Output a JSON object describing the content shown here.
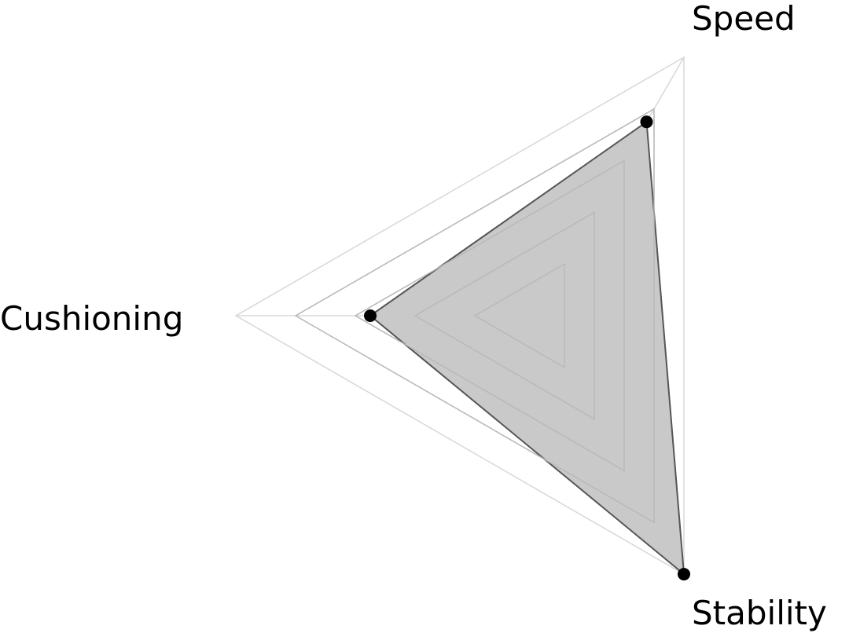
{
  "chart_data": {
    "type": "radar",
    "axes": [
      "Speed",
      "Cushioning",
      "Stability"
    ],
    "series": [
      {
        "values": [
          75,
          55,
          100
        ]
      }
    ],
    "rmax": 100,
    "grid_levels": [
      20,
      40,
      60,
      80,
      100
    ],
    "grid": true,
    "colors": {
      "fill": "#c9c9c9",
      "stroke": "#555555",
      "marker": "#000000",
      "grid": "#dadada"
    }
  }
}
